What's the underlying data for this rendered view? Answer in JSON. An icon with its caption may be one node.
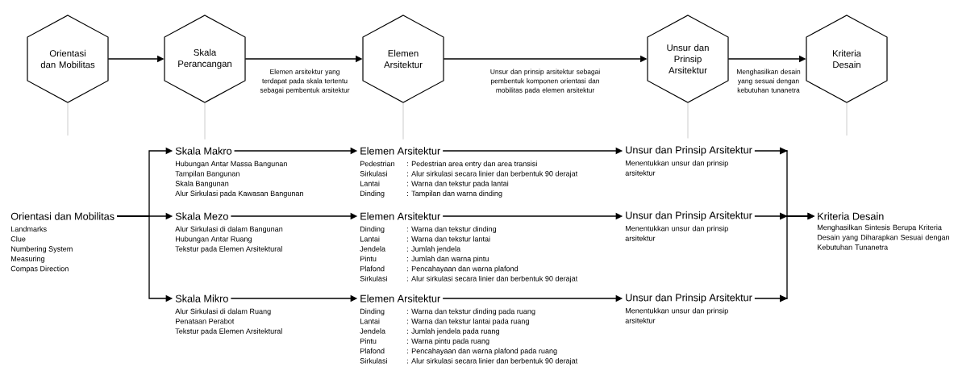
{
  "diagram": {
    "nodes": [
      {
        "text": [
          "Orientasi dan Mobilitas"
        ]
      },
      {
        "text": [
          "Skala Perancangan"
        ]
      },
      {
        "text": [
          "Elemen Arsitektur"
        ]
      },
      {
        "text": [
          "Unsur dan Prinsip Arsitektur"
        ]
      },
      {
        "text": [
          "Kriteria Desain"
        ]
      },
      {
        "text": [
          "Orientasi dan Mobilitas",
          "Landmarks",
          "Clue",
          "Numbering System",
          "Measuring",
          "Compas Direction"
        ]
      },
      {
        "text": [
          "Skala Makro",
          "Hubungan Antar Massa Bangunan",
          "Tampilan Bangunan",
          "Skala Bangunan",
          "Alur Sirkulasi pada Kawasan Bangunan"
        ]
      },
      {
        "text": [
          "Elemen Arsitektur",
          "Pedestrian",
          ": Pedestrian area entry dan area transisi",
          "Sirkulasi",
          ": Alur sirkulasi secara linier dan berbentuk 90 derajat",
          "Lantai",
          ": Warna dan tekstur pada lantai",
          "Dinding",
          ": Tampilan dan warna dinding"
        ]
      },
      {
        "text": [
          "Unsur dan Prinsip Arsitektur",
          "Menentukkan unsur dan prinsip arsitektur"
        ]
      },
      {
        "text": [
          "Skala Mezo",
          "Alur Sirkulasi di dalam Bangunan",
          "Hubungan Antar Ruang",
          "Tekstur pada Elemen Arsitektural"
        ]
      },
      {
        "text": [
          "Elemen Arsitektur",
          "Dinding",
          ": Warna dan tekstur dinding",
          "Lantai",
          ": Warna dan tekstur lantai",
          "Jendela",
          ": Jumlah jendela",
          "Pintu",
          ": Jumlah dan warna pintu",
          "Plafond",
          ": Pencahayaan dan warna plafond",
          "Sirkulasi",
          ": Alur sirkulasi secara linier dan berbentuk 90 derajat"
        ]
      },
      {
        "text": [
          "Unsur dan Prinsip Arsitektur",
          "Menentukkan unsur dan prinsip arsitektur"
        ]
      },
      {
        "text": [
          "Kriteria Desain",
          "Menghasilkan Sintesis Berupa Kriteria Desain yang Diharapkan Sesuai dengan Kebutuhan Tunanetra"
        ]
      },
      {
        "text": [
          "Skala Mikro",
          "Alur Sirkulasi di dalam Ruang",
          "Penataan Perabot",
          "Tekstur pada Elemen Arsitektural"
        ]
      },
      {
        "text": [
          "Elemen Arsitektur",
          "Dinding",
          ": Warna dan tekstur dinding pada ruang",
          "Lantai",
          ": Warna dan tekstur lantai pada ruang",
          "Jendela",
          ": Jumlah jendela pada ruang",
          "Pintu",
          ": Warna pintu pada ruang",
          "Plafond",
          ": Pencahayaan dan warna plafond pada ruang",
          "Sirkulasi",
          ": Alur sirkulasi secara linier dan berbentuk 90 derajat"
        ]
      },
      {
        "text": [
          "Unsur dan Prinsip Arsitektur",
          "Menentukkan unsur dan prinsip arsitektur"
        ]
      }
    ],
    "edges": [
      {
        "from": 0,
        "to": 1,
        "arrow": "to"
      },
      {
        "from": 1,
        "to": 2,
        "arrow": "to",
        "label": "Elemen arsitektur yang terdapat pada skala tertentu sebagai pembentuk arsitektur"
      },
      {
        "from": 2,
        "to": 3,
        "arrow": "to",
        "label": "Unsur dan prinsip arsitektur sebagai pembentuk komponen orientasi dan mobilitas pada elemen arsitektur"
      },
      {
        "from": 3,
        "to": 4,
        "arrow": "to",
        "label": "Menghasilkan desain yang sesuai dengan kebutuhan tunanetra"
      },
      {
        "from": 5,
        "to": 6,
        "arrow": "to"
      },
      {
        "from": 5,
        "to": 9,
        "arrow": "to"
      },
      {
        "from": 5,
        "to": 13,
        "arrow": "to"
      },
      {
        "from": 6,
        "to": 7,
        "arrow": "to"
      },
      {
        "from": 7,
        "to": 8,
        "arrow": "to"
      },
      {
        "from": 9,
        "to": 10,
        "arrow": "to"
      },
      {
        "from": 10,
        "to": 11,
        "arrow": "to"
      },
      {
        "from": 13,
        "to": 14,
        "arrow": "to"
      },
      {
        "from": 14,
        "to": 15,
        "arrow": "to"
      },
      {
        "from": 8,
        "to": 12,
        "arrow": "to"
      },
      {
        "from": 11,
        "to": 12,
        "arrow": "to"
      },
      {
        "from": 15,
        "to": 12,
        "arrow": "to"
      },
      {
        "from": 0,
        "to": null,
        "arrow": "none",
        "color": "#bfbfbf"
      },
      {
        "from": 1,
        "to": 6,
        "arrow": "none",
        "color": "#bfbfbf"
      },
      {
        "from": 2,
        "to": 7,
        "arrow": "none",
        "color": "#bfbfbf"
      },
      {
        "from": 3,
        "to": 8,
        "arrow": "none",
        "color": "#bfbfbf"
      },
      {
        "from": 4,
        "to": null,
        "arrow": "none",
        "color": "#bfbfbf"
      }
    ]
  }
}
